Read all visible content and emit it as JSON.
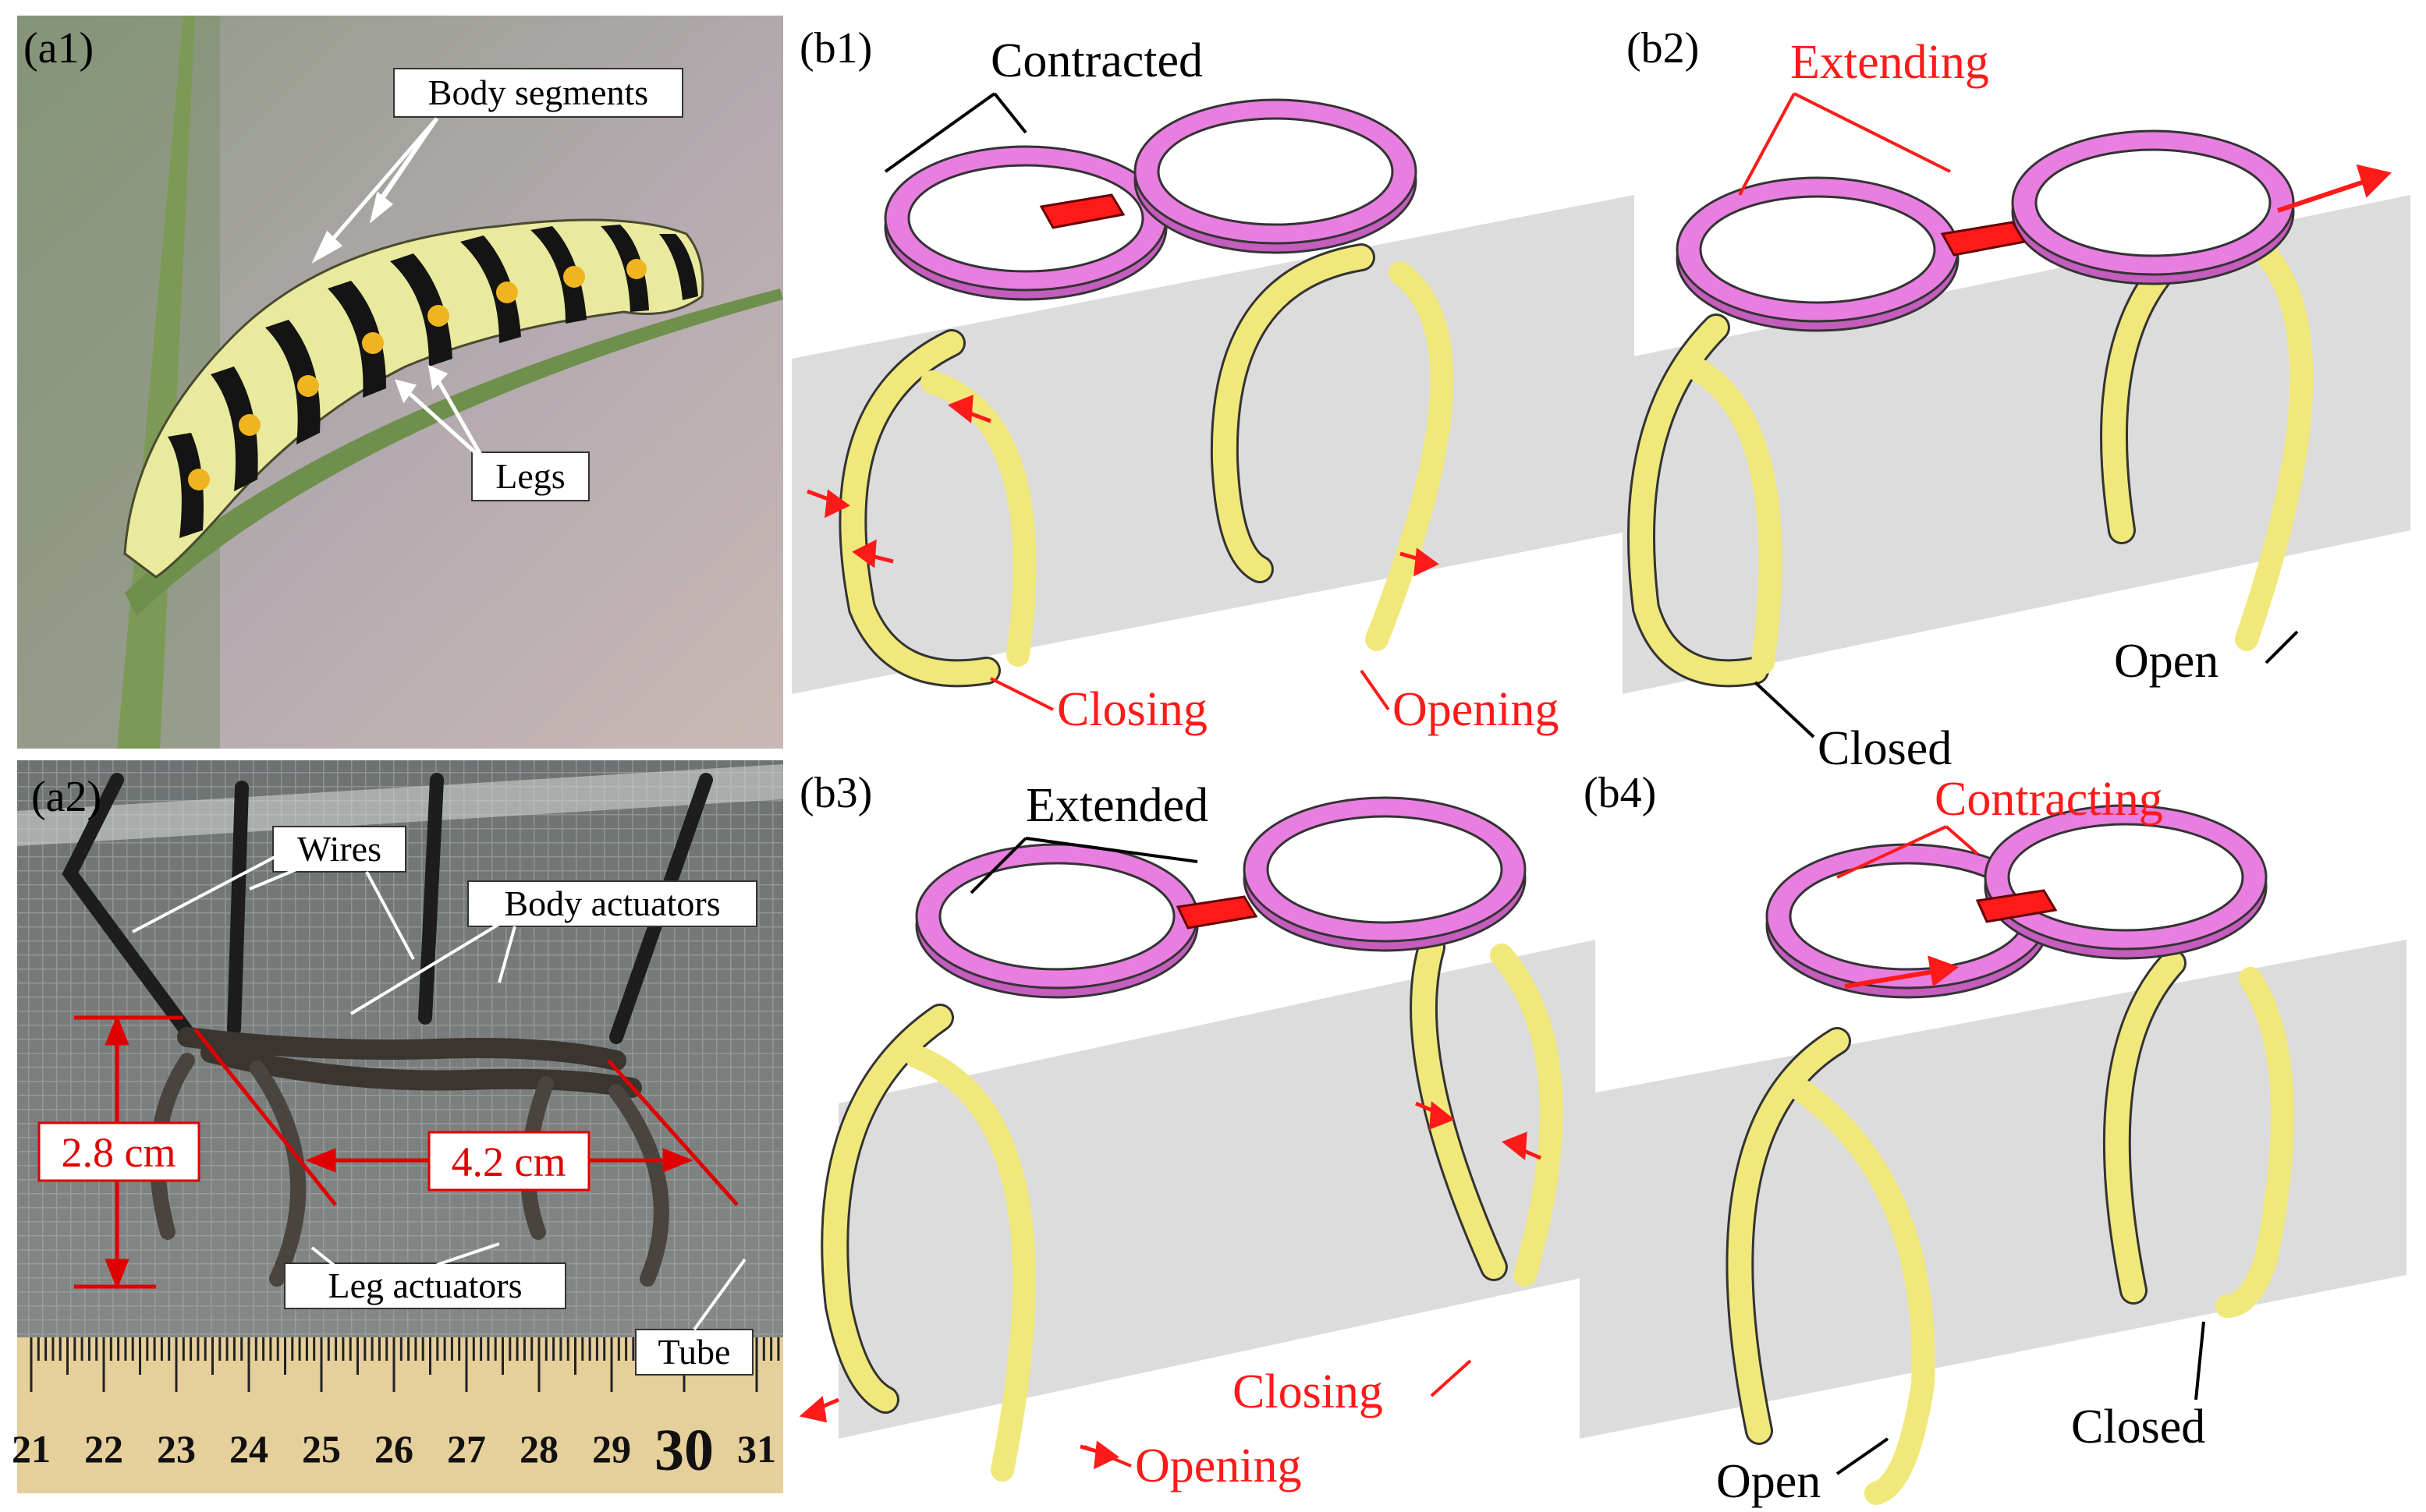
{
  "panels": {
    "a1": {
      "tag": "(a1)",
      "labels": {
        "body_segments": "Body segments",
        "legs": "Legs"
      }
    },
    "a2": {
      "tag": "(a2)",
      "labels": {
        "wires": "Wires",
        "body_actuators": "Body actuators",
        "leg_actuators": "Leg actuators",
        "tube": "Tube"
      },
      "dimensions": {
        "height": "2.8 cm",
        "length": "4.2 cm"
      },
      "ruler_ticks": [
        "21",
        "22",
        "23",
        "24",
        "25",
        "26",
        "27",
        "28",
        "29",
        "30",
        "31"
      ]
    },
    "b1": {
      "tag": "(b1)",
      "state": "Contracted",
      "left_action": "Closing",
      "right_action": "Opening"
    },
    "b2": {
      "tag": "(b2)",
      "state": "Extending",
      "left_action": "Closed",
      "right_action": "Open"
    },
    "b3": {
      "tag": "(b3)",
      "state": "Extended",
      "left_action": "Opening",
      "right_action": "Closing"
    },
    "b4": {
      "tag": "(b4)",
      "state": "Contracting",
      "left_action": "Open",
      "right_action": "Closed"
    }
  },
  "colors": {
    "body_segment": "#e87fe0",
    "leg": "#f0e87a",
    "actuator_block": "#ff1a1a",
    "annotation_red": "#ff1a1a",
    "tube_gray": "#dcdcdc"
  }
}
